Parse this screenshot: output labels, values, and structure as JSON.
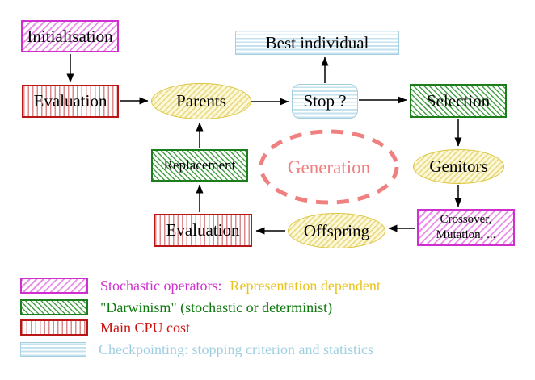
{
  "diagram": {
    "nodes": {
      "initialisation": {
        "label": "Initialisation",
        "style": "magenta-hatch"
      },
      "evaluation_top": {
        "label": "Evaluation",
        "style": "red-vertical"
      },
      "parents": {
        "label": "Parents",
        "style": "yellow-ellipse"
      },
      "best_individual": {
        "label": "Best individual",
        "style": "cyan-horizontal"
      },
      "stop": {
        "label": "Stop ?",
        "style": "cyan-horizontal-rounded"
      },
      "selection": {
        "label": "Selection",
        "style": "green-hatch"
      },
      "replacement": {
        "label": "Replacement",
        "style": "green-hatch"
      },
      "generation": {
        "label": "Generation",
        "style": "salmon-dashed-ellipse"
      },
      "genitors": {
        "label": "Genitors",
        "style": "yellow-ellipse"
      },
      "evaluation_bottom": {
        "label": "Evaluation",
        "style": "red-vertical"
      },
      "offspring": {
        "label": "Offspring",
        "style": "yellow-ellipse"
      },
      "crossover": {
        "line1": "Crossover,",
        "line2": "Mutation, ...",
        "style": "magenta-hatch"
      }
    },
    "edges": [
      {
        "from": "initialisation",
        "to": "evaluation_top"
      },
      {
        "from": "evaluation_top",
        "to": "parents"
      },
      {
        "from": "parents",
        "to": "stop"
      },
      {
        "from": "stop",
        "to": "best_individual"
      },
      {
        "from": "stop",
        "to": "selection"
      },
      {
        "from": "selection",
        "to": "genitors"
      },
      {
        "from": "genitors",
        "to": "crossover"
      },
      {
        "from": "crossover",
        "to": "offspring"
      },
      {
        "from": "offspring",
        "to": "evaluation_bottom"
      },
      {
        "from": "evaluation_bottom",
        "to": "replacement"
      },
      {
        "from": "replacement",
        "to": "parents"
      }
    ]
  },
  "legend": {
    "items": [
      {
        "swatch": "magenta-hatch",
        "label": "Stochastic operators:",
        "label2": "Representation dependent"
      },
      {
        "swatch": "green-hatch",
        "label": "\"Darwinism\" (stochastic or determinist)"
      },
      {
        "swatch": "red-vertical",
        "label": "Main CPU cost"
      },
      {
        "swatch": "cyan-horizontal",
        "label": "Checkpointing: stopping criterion and statistics"
      }
    ]
  },
  "colors": {
    "magenta": "#cf2fcf",
    "magenta-hatch": "#e98fe9",
    "red": "#bb1515",
    "red-stripe": "#d98a8a",
    "red-text": "#cc1111",
    "green": "#1c7d1c",
    "green-hatch": "#46a046",
    "green-text": "#0e7a0e",
    "cyan": "#a5cfdf",
    "cyan-stripe": "#c3e2ee",
    "cyan-text": "#9fcfe0",
    "yellow-border": "#dcc63e",
    "yellow-hatch": "#ecdc8a",
    "yellow-fill": "#fcf8da",
    "gold-text": "#e9c21a",
    "salmon": "#f08080",
    "arrow": "#000000"
  }
}
